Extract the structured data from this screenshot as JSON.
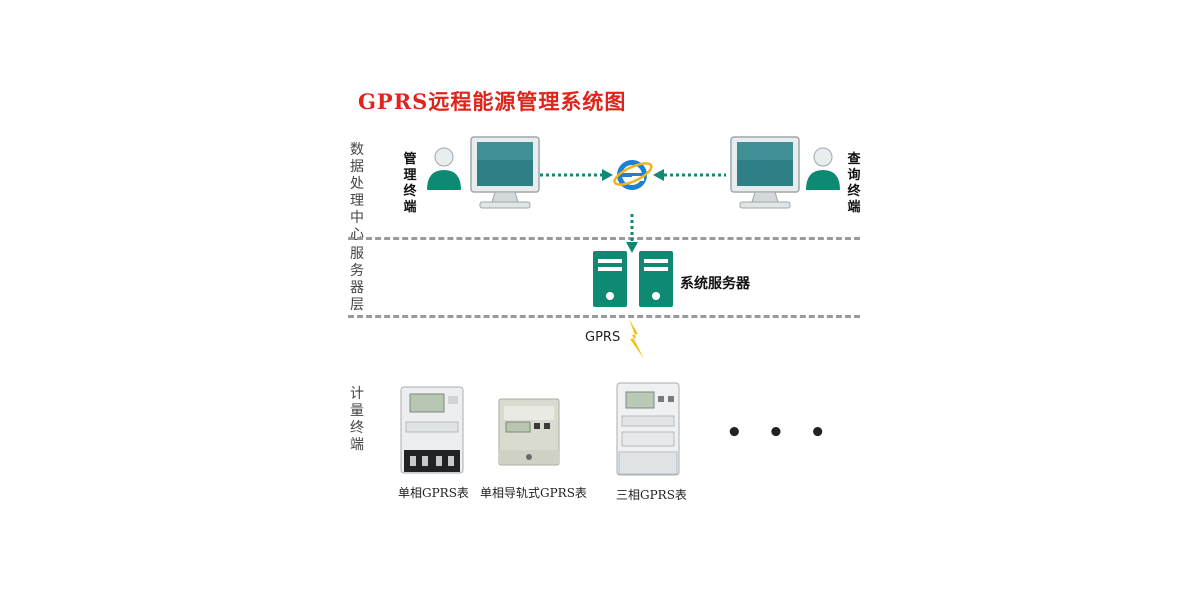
{
  "title": "GPRS远程能源管理系统图",
  "layers": {
    "data_center": "数据处理中心",
    "server_layer": "服务器层",
    "meter_terminal": "计量终端"
  },
  "terminals": {
    "management": "管理终端",
    "query": "查询终端"
  },
  "server": {
    "label": "系统服务器"
  },
  "link": {
    "label": "GPRS"
  },
  "meters": [
    {
      "label": "单相GPRS表"
    },
    {
      "label": "单相导轨式GPRS表"
    },
    {
      "label": "三相GPRS表"
    }
  ],
  "more": "• • •",
  "colors": {
    "title": "#e0241b",
    "accent_teal": "#0f8a72",
    "monitor_screen": "#2e7f86",
    "lightning": "#f0c419",
    "dash": "#9a9a9a"
  },
  "icons": [
    "user-icon",
    "monitor-icon",
    "internet-explorer-icon",
    "server-icon",
    "lightning-icon",
    "meter-icon"
  ]
}
